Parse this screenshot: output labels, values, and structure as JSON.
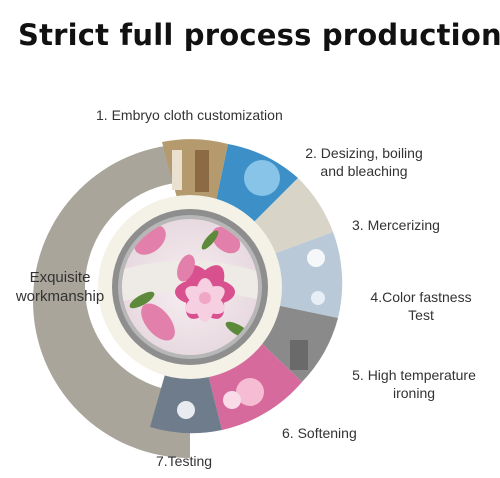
{
  "title": "Strict full process production",
  "center_label": [
    "Exquisite",
    "workmanship"
  ],
  "steps": [
    {
      "lines": [
        "1. Embryo cloth customization"
      ]
    },
    {
      "lines": [
        "2. Desizing, boiling",
        "and bleaching"
      ]
    },
    {
      "lines": [
        "3. Mercerizing"
      ]
    },
    {
      "lines": [
        "4.Color fastness",
        "Test"
      ]
    },
    {
      "lines": [
        "5. High temperature",
        "ironing"
      ]
    },
    {
      "lines": [
        "6. Softening"
      ]
    },
    {
      "lines": [
        "7.Testing"
      ]
    }
  ],
  "colors": {
    "ring_gray": "#a9a59b",
    "inner_band": "#f4f2e6",
    "image_ring": "#8e8e8e",
    "flower_pink": "#d9508e",
    "flower_light": "#f6cfe0",
    "leaf_green": "#5d8a3a"
  }
}
